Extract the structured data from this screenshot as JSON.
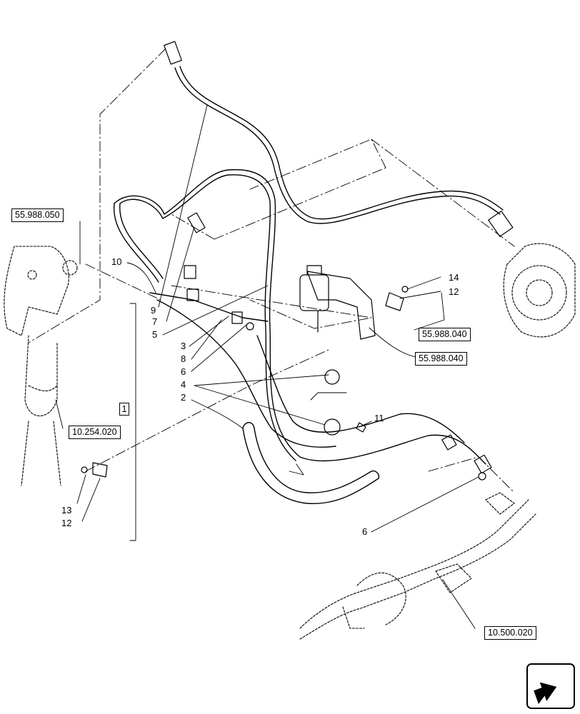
{
  "references": {
    "r1": "55.988.050",
    "r2": "55.988.040",
    "r3": "55.988.040",
    "r4": "10.254.020",
    "r5": "10.500.020"
  },
  "callouts": {
    "c10": "10",
    "c9": "9",
    "c7": "7",
    "c5": "5",
    "c3": "3",
    "c8": "8",
    "c6a": "6",
    "c4": "4",
    "c2": "2",
    "c11": "11",
    "c14": "14",
    "c12a": "12",
    "c13": "13",
    "c12b": "12",
    "c6b": "6"
  },
  "group_label": "1",
  "icons": {
    "corner": "navigate-arrow-icon"
  }
}
